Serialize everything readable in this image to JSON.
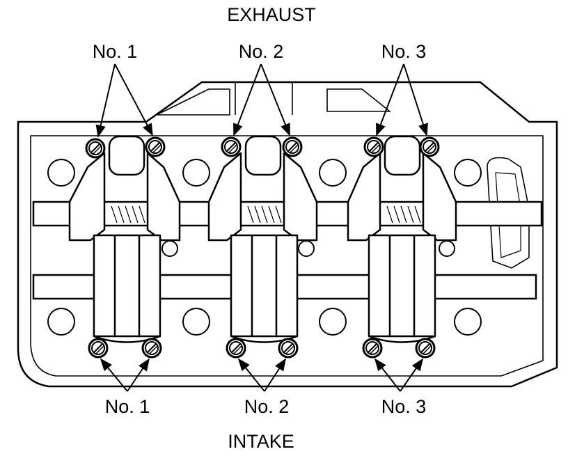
{
  "header": {
    "title": "EXHAUST"
  },
  "footer": {
    "title": "INTAKE"
  },
  "exhaust_labels": [
    {
      "text": "No. 1"
    },
    {
      "text": "No. 2"
    },
    {
      "text": "No. 3"
    }
  ],
  "intake_labels": [
    {
      "text": "No. 1"
    },
    {
      "text": "No. 2"
    },
    {
      "text": "No. 3"
    }
  ],
  "colors": {
    "line": "#000000",
    "background": "#ffffff"
  }
}
